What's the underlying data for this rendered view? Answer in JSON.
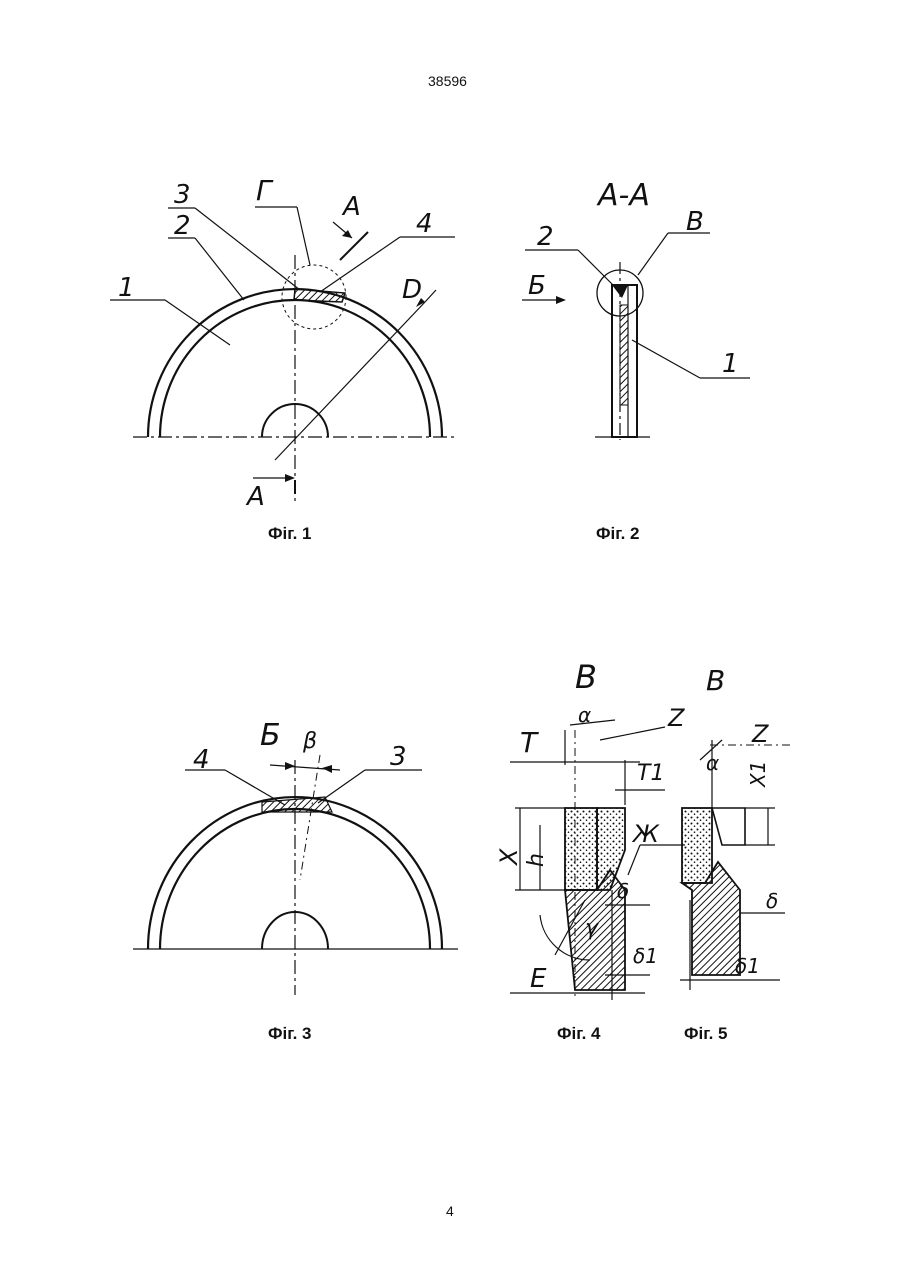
{
  "page": {
    "patent_number": "38596",
    "page_number": "4"
  },
  "captions": {
    "fig1": "Фіг. 1",
    "fig2": "Фіг. 2",
    "fig3": "Фіг. 3",
    "fig4": "Фіг. 4",
    "fig5": "Фіг. 5"
  },
  "fig1": {
    "label_1": "1",
    "label_2": "2",
    "label_3": "3",
    "label_4": "4",
    "label_g": "Г",
    "label_a_top": "А",
    "label_a_bottom": "А",
    "label_d": "D"
  },
  "fig2": {
    "title": "А-А",
    "label_2": "2",
    "label_v": "В",
    "label_b": "Б",
    "label_1": "1"
  },
  "fig3": {
    "label_b": "Б",
    "label_beta": "β",
    "label_4": "4",
    "label_3": "3"
  },
  "fig4": {
    "title": "В",
    "label_alpha": "α",
    "label_z": "Z",
    "label_t": "Т",
    "label_t1": "Т1",
    "label_x": "Х",
    "label_h": "h",
    "label_zh": "Ж",
    "label_delta": "δ",
    "label_gamma": "γ",
    "label_delta1": "δ1",
    "label_e": "Е"
  },
  "fig5": {
    "title": "В",
    "label_z": "Z",
    "label_alpha": "α",
    "label_x1": "Х1",
    "label_delta": "δ",
    "label_delta1": "δ1"
  }
}
